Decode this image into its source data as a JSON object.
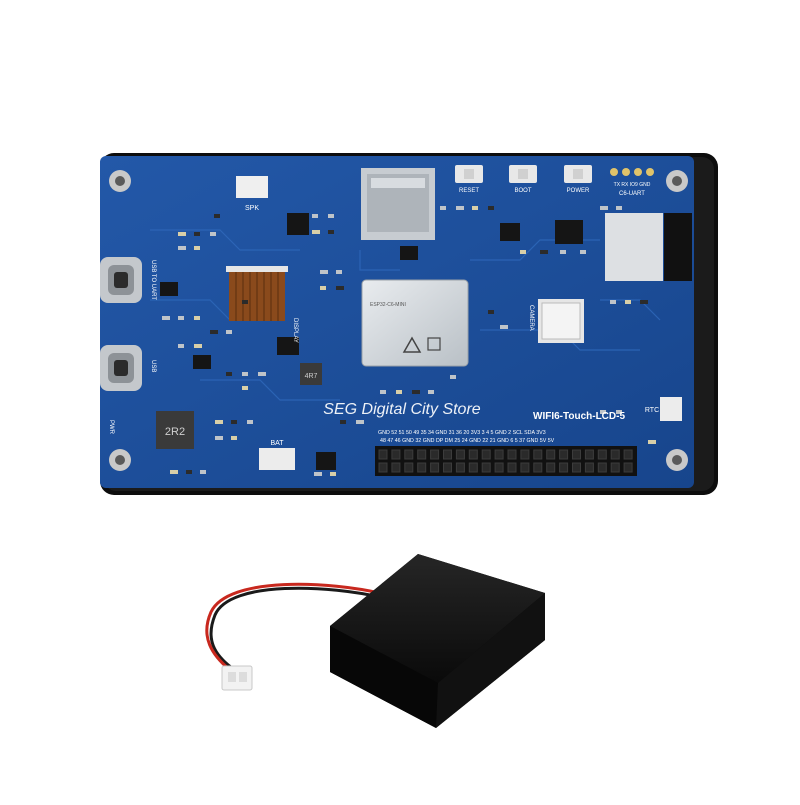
{
  "board": {
    "title": "WIFI6-Touch-LCD-5",
    "labels": {
      "spk": "SPK",
      "reset": "RESET",
      "boot": "BOOT",
      "power": "POWER",
      "uart_pins": "TX  RX  IO9 GND",
      "c6_uart": "C6-UART",
      "usb_to_uart": "USB TO UART",
      "usb": "USB",
      "display": "DISPLAY",
      "camera": "CAMERA",
      "rtc": "RTC",
      "bat": "BAT",
      "pwr": "PWR",
      "inductor": "2R2",
      "inductor2": "4R7"
    },
    "pin_row_top": "GND 52 51 50 49 35 34 GND 31 36 20 3V3 3 4 5 GND 2 SCL SDA 3V3",
    "pin_row_bottom": "48 47 46 GND 32 GND DP DM 25 24 GND 22 21 GND 6 5 37 GND 5V 5V",
    "module_text": "ESP32-C6-MINI"
  },
  "watermark": "SEG Digital City Store",
  "colors": {
    "pcb": "#1d4e98",
    "frame": "#111111",
    "battery": "#141414",
    "wire_red": "#c8281e",
    "wire_black": "#1a1a1a"
  }
}
